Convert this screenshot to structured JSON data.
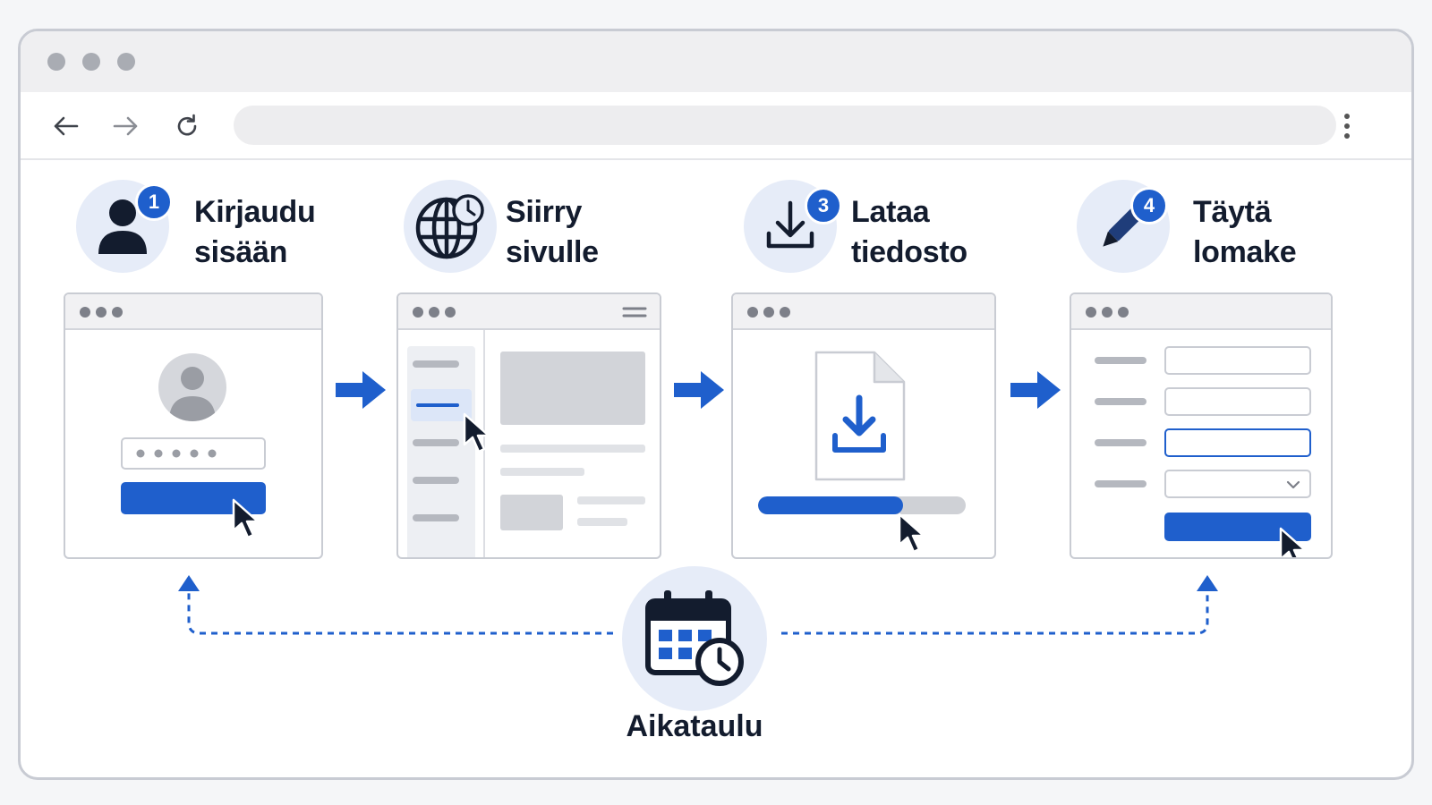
{
  "steps": [
    {
      "number": "1",
      "label": "Kirjaudu\nsisään",
      "icon": "user-icon"
    },
    {
      "number": "",
      "label": "Siirry\nsivulle",
      "icon": "globe-clock-icon"
    },
    {
      "number": "3",
      "label": "Lataa\ntiedosto",
      "icon": "download-icon"
    },
    {
      "number": "4",
      "label": "Täytä\nlomake",
      "icon": "pencil-icon"
    }
  ],
  "download_progress": 0.7,
  "schedule": {
    "label": "Aikataulu",
    "icon": "calendar-clock-icon"
  },
  "colors": {
    "accent": "#1f5fcc",
    "dark": "#131c2e",
    "soft": "#e6ecf8",
    "gray": "#b5b8bf"
  }
}
